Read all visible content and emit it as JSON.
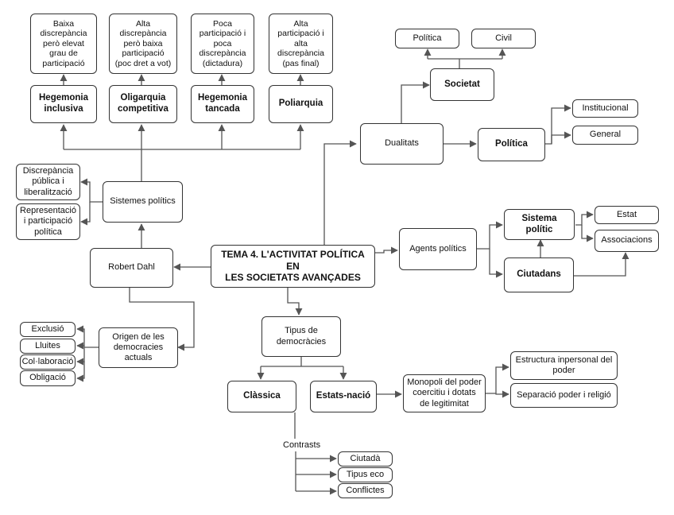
{
  "nodes": {
    "n1": "Baixa\ndiscrepància\nperò elevat\ngrau de\nparticipació",
    "n2": "Alta\ndiscrepància\nperò baixa\nparticipació\n(poc dret a vot)",
    "n3": "Poca\nparticipació i\npoca\ndiscrepància\n(dictadura)",
    "n4": "Alta\nparticipació i\nalta\ndiscrepància\n(pas final)",
    "hegemonia_inclusiva": "Hegemonia\ninclusiva",
    "oligarquia_competitiva": "Oligarquia\ncompetitiva",
    "hegemonia_tancada": "Hegemonia\ntancada",
    "poliarquia": "Poliarquia",
    "discrepancia": "Discrepància\npública i\nliberalització",
    "representacio": "Representació\ni participació\npolítica",
    "sistemes_politics": "Sistemes polítics",
    "robert_dahl": "Robert Dahl",
    "tema": "TEMA 4. L'ACTIVITAT POLÍTICA EN\nLES SOCIETATS AVANÇADES",
    "politica_top": "Política",
    "civil": "Civil",
    "societat": "Societat",
    "dualitats": "Dualitats",
    "politica_bold": "Política",
    "institucional": "Institucional",
    "general": "General",
    "agents_politics": "Agents polítics",
    "sistema_politic": "Sistema\npolític",
    "ciutadans": "Ciutadans",
    "estat": "Estat",
    "associacions": "Associacions",
    "exclusio": "Exclusió",
    "lluites": "Lluites",
    "col_laboracio": "Col·laboració",
    "obligacio": "Obligació",
    "origen": "Origen de les\ndemocracies\nactuals",
    "tipus_democracies": "Tipus de\ndemocràcies",
    "classica": "Clàssica",
    "estats_nacio": "Estats-nació",
    "monopoli": "Monopoli del poder\ncoercitiu i dotats\nde legitimitat",
    "estructura": "Estructura inpersonal del\npoder",
    "separacio": "Separació poder i religió",
    "contrasts": "Contrasts",
    "ciutada": "Ciutadà",
    "tipus_eco": "Tipus eco",
    "conflictes": "Conflictes"
  },
  "colors": {
    "line": "#555555",
    "border": "#333333"
  }
}
